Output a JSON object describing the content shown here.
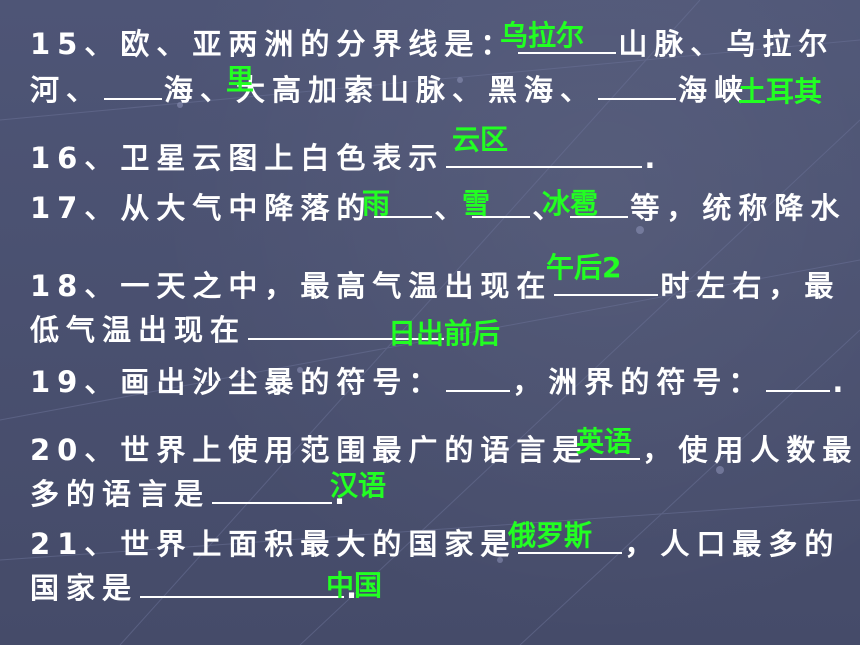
{
  "q15": {
    "line1_text": "15、欧、亚两洲的分界线是：",
    "line1_after": "山脉、乌拉尔",
    "line2_start": "河、",
    "line2_mid1": "海、",
    "line2_mid2": "大高加索山脉、黑海、",
    "line2_end": "海峡",
    "answer_1": "乌拉尔",
    "answer_2": "里",
    "answer_3": "土耳其"
  },
  "q16": {
    "text": "16、卫星云图上白色表示",
    "end": ".",
    "answer": "云区"
  },
  "q17": {
    "text": "17、从大气中降落的",
    "sep1": "、",
    "sep2": "、",
    "end": "等，统称降水",
    "answer_1": "雨",
    "answer_2": "雪",
    "answer_3": "冰雹"
  },
  "q18": {
    "line1_text": "18、一天之中，最高气温出现在",
    "line1_end": "时左右，最",
    "line2_text": "低气温出现在",
    "answer_1": "午后2",
    "answer_2": "日出前后"
  },
  "q19": {
    "text": "19、画出沙尘暴的符号：",
    "mid": "，洲界的符号：",
    "end": "."
  },
  "q20": {
    "line1_text": "20、世界上使用范围最广的语言是",
    "line1_end": "，使用人数最",
    "line2_text": "多的语言是",
    "line2_end": ".",
    "answer_1": "英语",
    "answer_2": "汉语"
  },
  "q21": {
    "line1_text": "21、世界上面积最大的国家是",
    "line1_end": "，人口最多的",
    "line2_text": "国家是",
    "line2_end": ".",
    "answer_1": "俄罗斯",
    "answer_2": "中国"
  }
}
